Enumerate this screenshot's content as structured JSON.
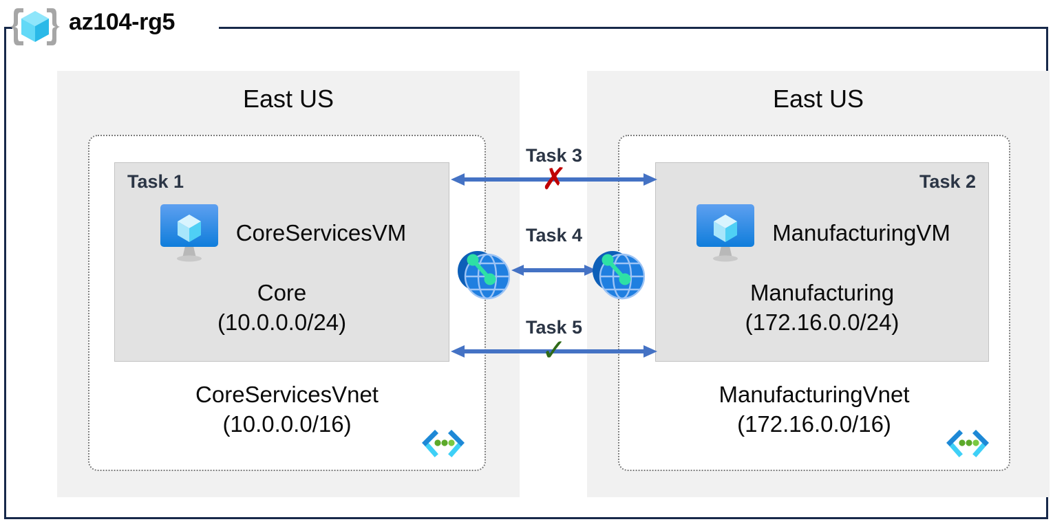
{
  "resource_group": {
    "name": "az104-rg5",
    "icon": "resource-group-cube-icon"
  },
  "colors": {
    "frame_border": "#17294a",
    "region_panel": "#f1f1f1",
    "subnet_fill": "#e2e2e2",
    "vnet_border": "#7a7a7a",
    "arrow_blue": "#4472c4",
    "mark_red": "#c00000",
    "mark_green": "#2f6a18",
    "task_label": "#2b3545",
    "vm_blue_top": "#5599ef",
    "vm_blue_bottom": "#0f7ddb",
    "peer_dark_blue": "#0d5fb8",
    "peer_light_blue": "#1f7fe0",
    "peer_green": "#2ee0a5",
    "vnet_glyph_blue": "#1e88d6",
    "vnet_glyph_cyan": "#3ed0f7",
    "vnet_glyph_green": "#5ca92a"
  },
  "regions": [
    {
      "id": "left",
      "label": "East US",
      "vnet": {
        "name": "CoreServicesVnet",
        "cidr": "(10.0.0.0/16)",
        "icon": "vnet-icon"
      },
      "subnet": {
        "task_tag": "Task 1",
        "task_tag_align": "left",
        "vm": {
          "name": "CoreServicesVM",
          "icon": "virtual-machine-icon"
        },
        "name": "Core",
        "cidr": "(10.0.0.0/24)"
      }
    },
    {
      "id": "right",
      "label": "East US",
      "vnet": {
        "name": "ManufacturingVnet",
        "cidr": "(172.16.0.0/16)",
        "icon": "vnet-icon"
      },
      "subnet": {
        "task_tag": "Task 2",
        "task_tag_align": "right",
        "vm": {
          "name": "ManufacturingVM",
          "icon": "virtual-machine-icon"
        },
        "name": "Manufacturing",
        "cidr": "(172.16.0.0/24)"
      }
    }
  ],
  "connectors": [
    {
      "id": "task3",
      "label": "Task 3",
      "arrow": "double-headed",
      "mark": "✗",
      "mark_type": "blocked",
      "meaning": "connectivity blocked"
    },
    {
      "id": "task4",
      "label": "Task 4",
      "arrow": "double-headed",
      "mark": "",
      "mark_type": "peering",
      "icon_left": "vnet-peering-icon",
      "icon_right": "vnet-peering-icon",
      "meaning": "virtual network peering"
    },
    {
      "id": "task5",
      "label": "Task 5",
      "arrow": "double-headed",
      "mark": "✓",
      "mark_type": "allowed",
      "meaning": "connectivity allowed"
    }
  ]
}
